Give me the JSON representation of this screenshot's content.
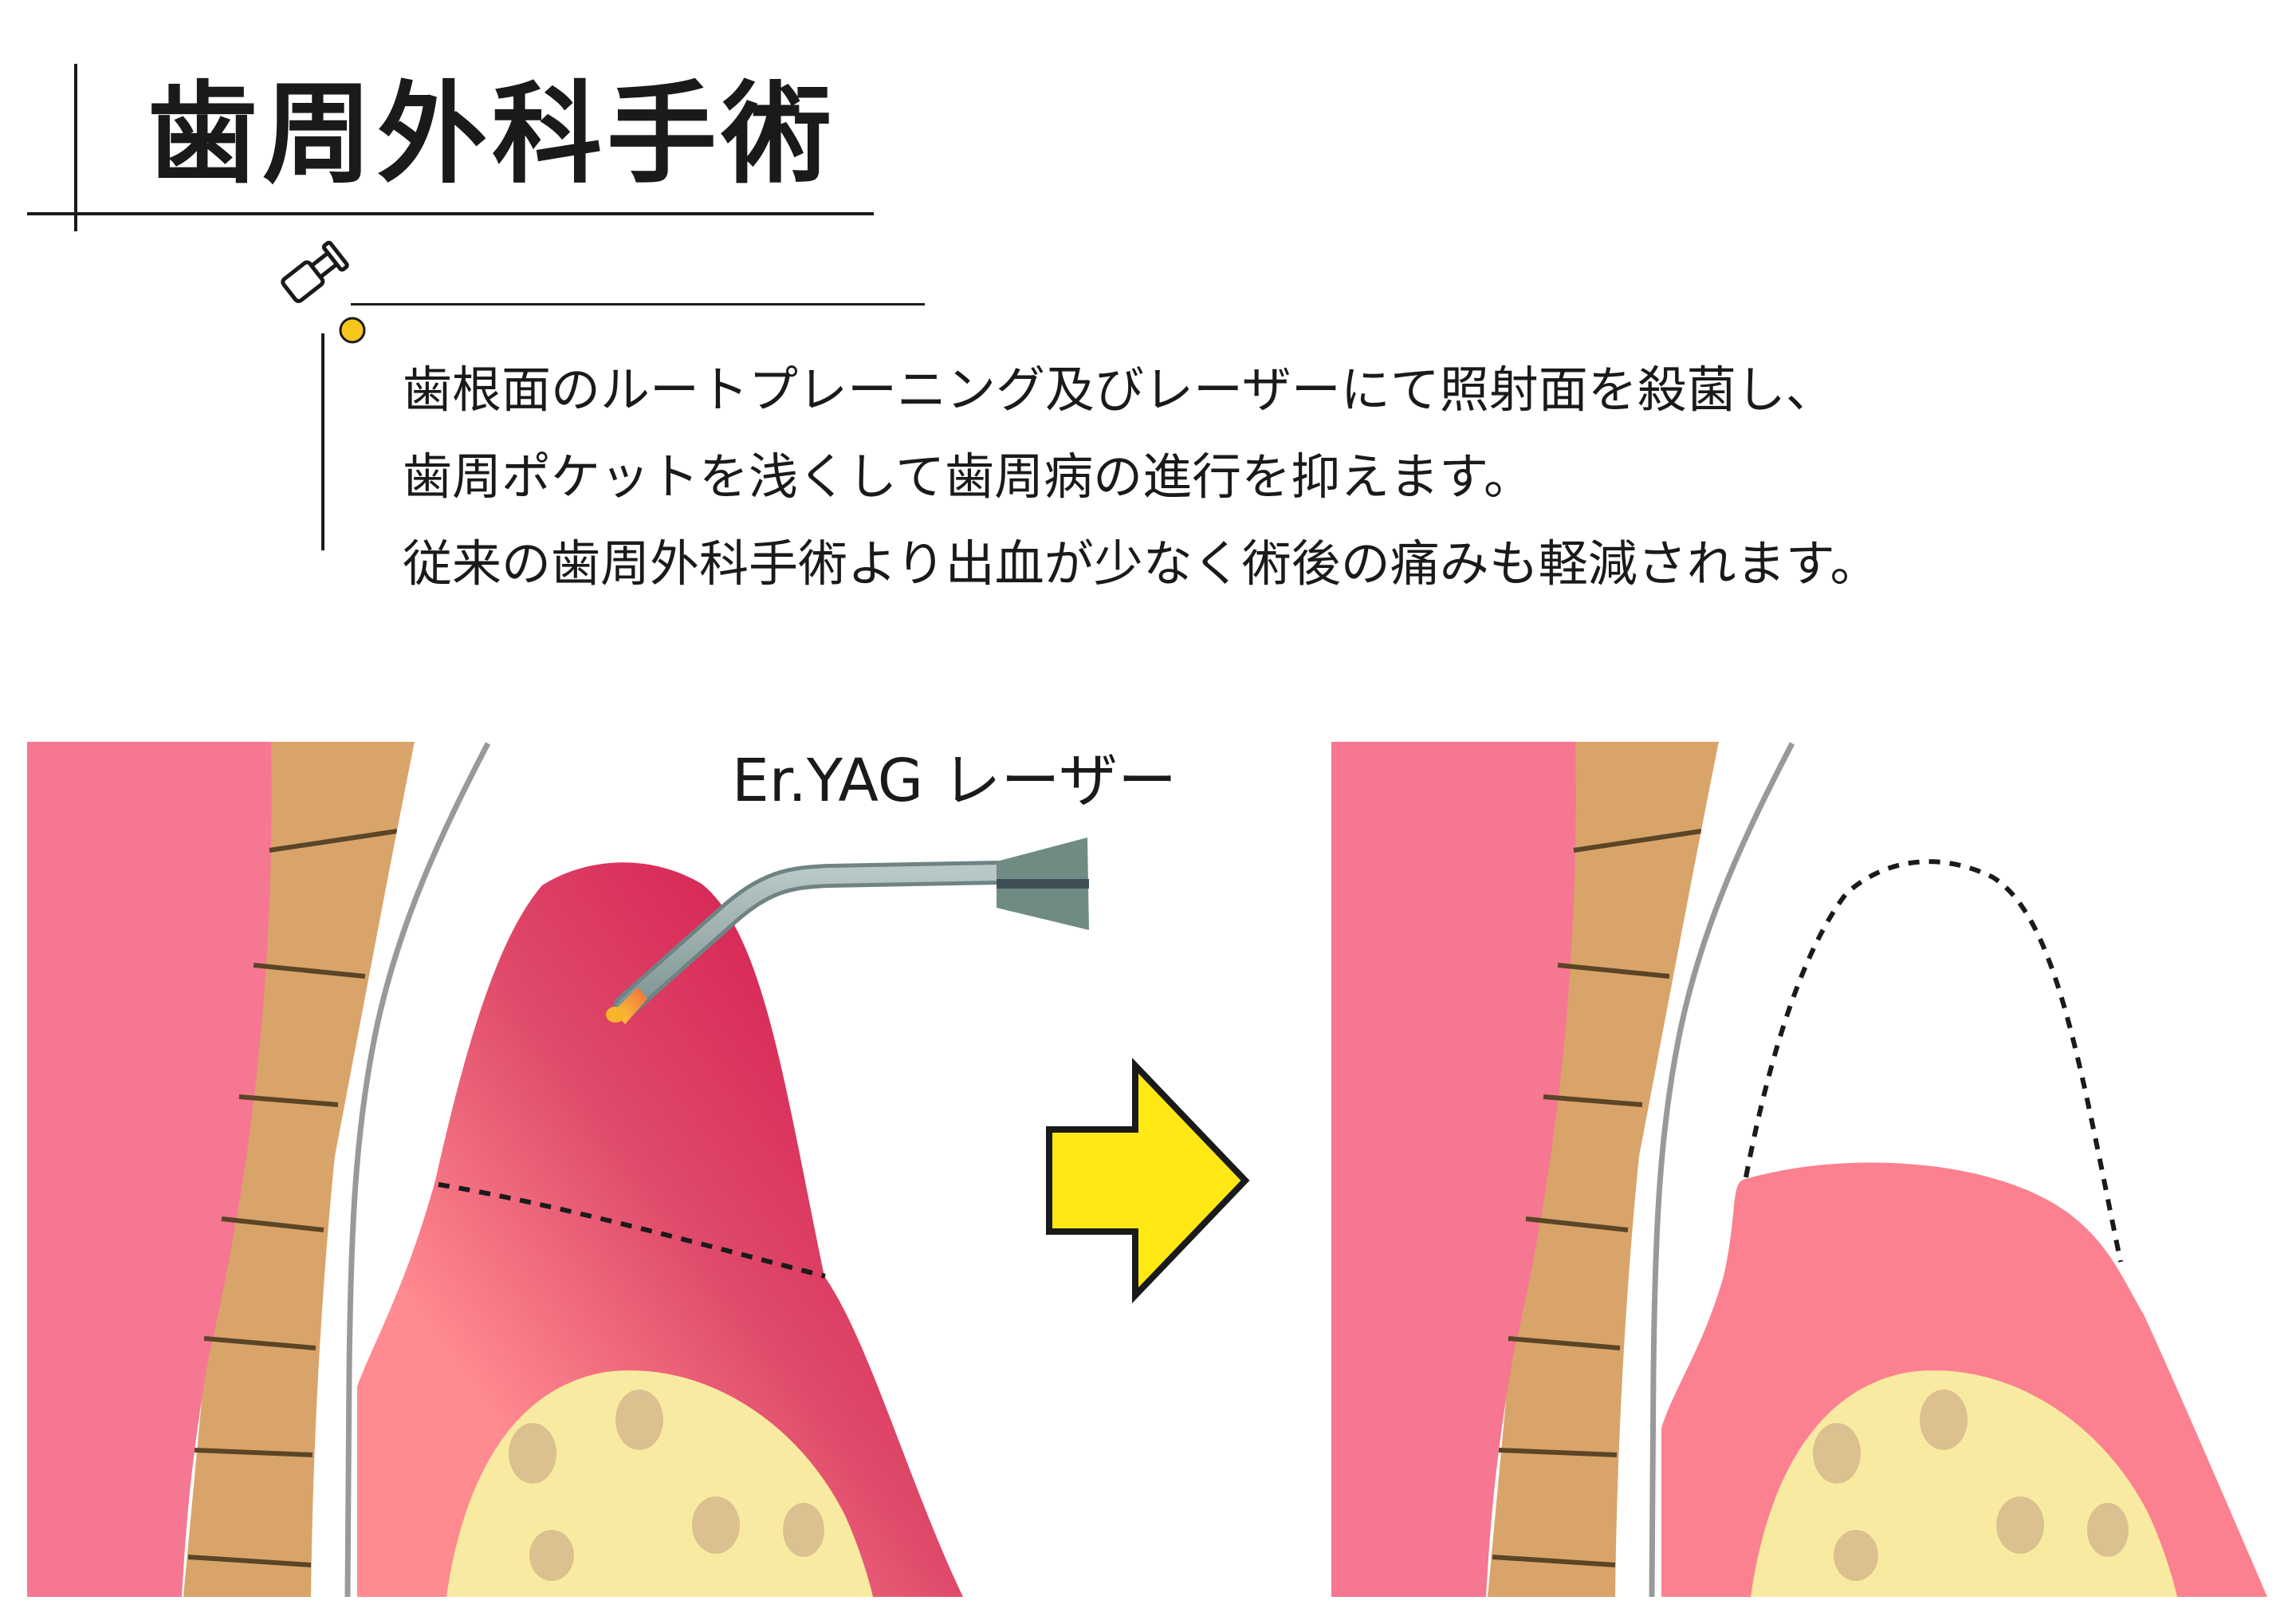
{
  "title": "歯周外科手術",
  "description": [
    "歯根面のルートプレーニング及びレーザーにて照射面を殺菌し、",
    "歯周ポケットを浅くして歯周病の進行を抑えます。",
    "従来の歯周外科手術より出血が少なく術後の痛みも軽減されます。"
  ],
  "diagram": {
    "laser_label": "Er.YAG レーザー",
    "arrow": "right",
    "colors": {
      "lip": "#f57792",
      "tooth_root": "#d9a46a",
      "ligament_lines": "#5a4526",
      "gum_before_top": "#d82a58",
      "gum_before_bottom": "#ff8a90",
      "gum_after": "#fb8190",
      "bone": "#f8eba1",
      "bone_marrow": "#dbc18f",
      "arrow_fill": "#ffe814",
      "tooth_outline": "#999999"
    }
  },
  "icons": [
    "pushpin-icon",
    "arrow-right-icon",
    "laser-handpiece-icon"
  ]
}
